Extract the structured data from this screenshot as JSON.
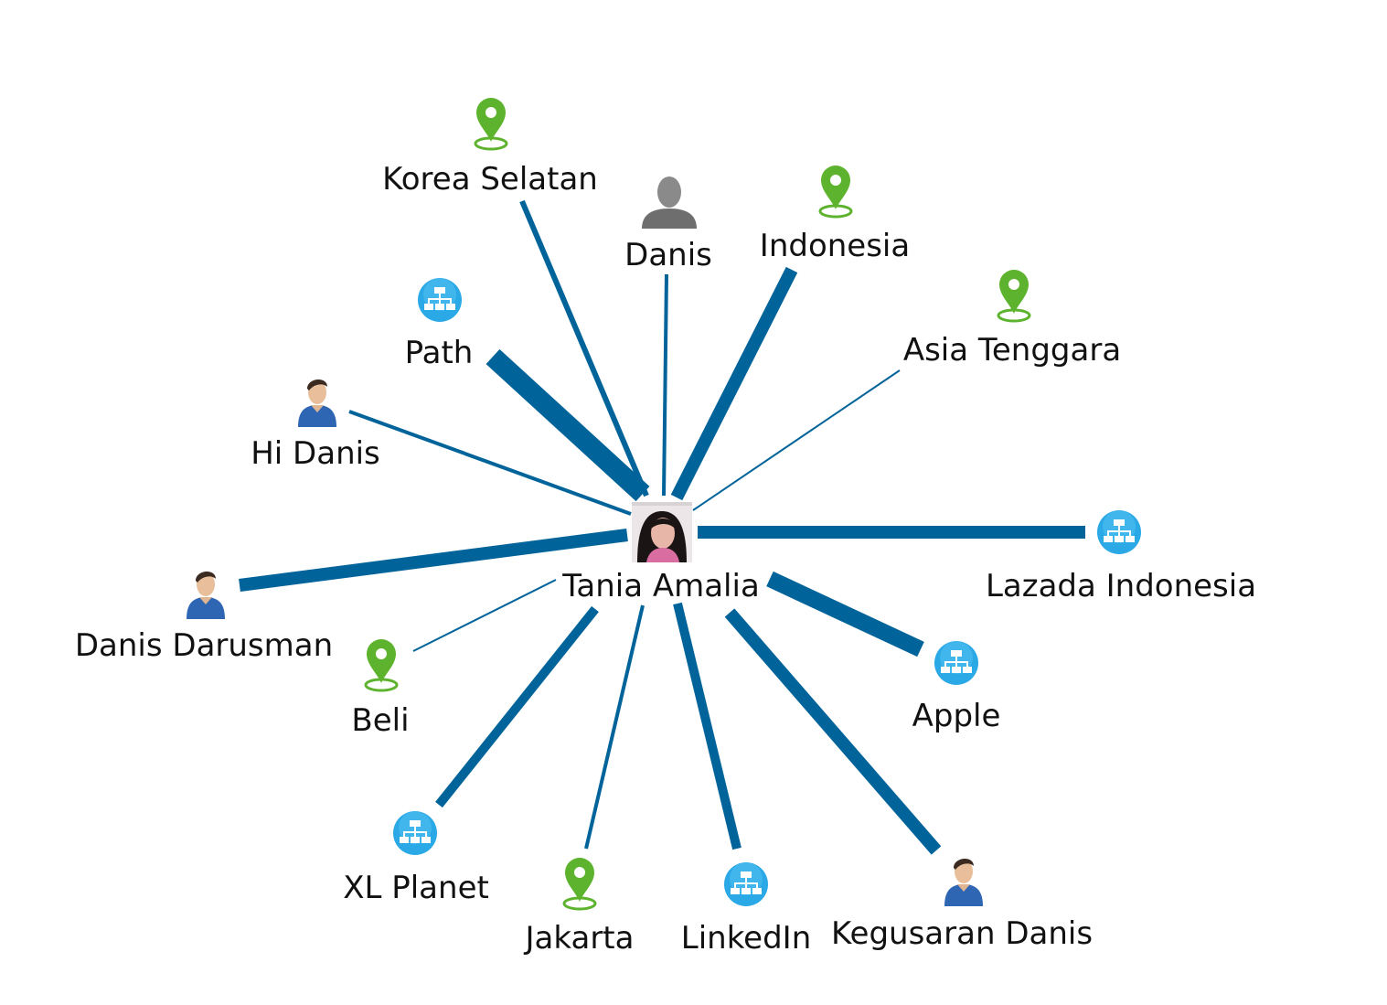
{
  "center": {
    "name": "Tania Amalia",
    "icon": "profile-photo"
  },
  "colors": {
    "edge": "#00639a",
    "location_icon": "#5db32d",
    "organization_icon": "#2ba8e6",
    "person_icon": "#2f66b3",
    "unknown_person_icon": "#707070",
    "background": "#ffffff"
  },
  "nodes": [
    {
      "id": "korea-selatan",
      "label": "Korea Selatan",
      "type": "location",
      "icon": "map-pin-icon"
    },
    {
      "id": "danis",
      "label": "Danis",
      "type": "person-unknown",
      "icon": "person-silhouette-icon"
    },
    {
      "id": "indonesia",
      "label": "Indonesia",
      "type": "location",
      "icon": "map-pin-icon"
    },
    {
      "id": "asia-tenggara",
      "label": "Asia Tenggara",
      "type": "location",
      "icon": "map-pin-icon"
    },
    {
      "id": "path",
      "label": "Path",
      "type": "organization",
      "icon": "org-chart-icon"
    },
    {
      "id": "hi-danis",
      "label": "Hi Danis",
      "type": "person",
      "icon": "person-icon"
    },
    {
      "id": "lazada-indonesia",
      "label": "Lazada Indonesia",
      "type": "organization",
      "icon": "org-chart-icon"
    },
    {
      "id": "danis-darusman",
      "label": "Danis Darusman",
      "type": "person",
      "icon": "person-icon"
    },
    {
      "id": "beli",
      "label": "Beli",
      "type": "location",
      "icon": "map-pin-icon"
    },
    {
      "id": "apple",
      "label": "Apple",
      "type": "organization",
      "icon": "org-chart-icon"
    },
    {
      "id": "xl-planet",
      "label": "XL Planet",
      "type": "organization",
      "icon": "org-chart-icon"
    },
    {
      "id": "jakarta",
      "label": "Jakarta",
      "type": "location",
      "icon": "map-pin-icon"
    },
    {
      "id": "linkedin",
      "label": "LinkedIn",
      "type": "organization",
      "icon": "org-chart-icon"
    },
    {
      "id": "kegusaran-danis",
      "label": "Kegusaran Danis",
      "type": "person",
      "icon": "person-icon"
    }
  ]
}
